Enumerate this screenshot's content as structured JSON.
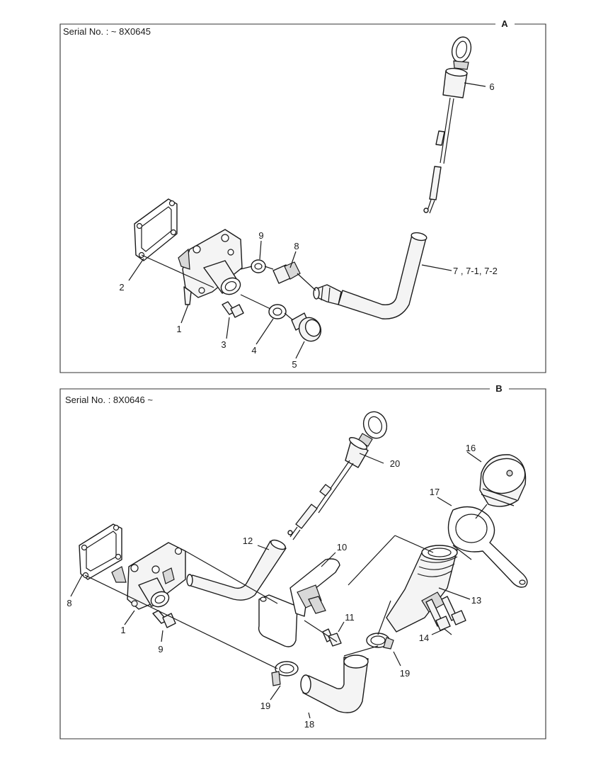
{
  "panel_a": {
    "letter": "A",
    "serial": "Serial No. : ~ 8X0645",
    "callouts": {
      "c1": "1",
      "c2": "2",
      "c3": "3",
      "c4": "4",
      "c5": "5",
      "c6": "6",
      "c7": "7 , 7-1, 7-2",
      "c8": "8",
      "c9": "9"
    }
  },
  "panel_b": {
    "letter": "B",
    "serial": "Serial No. : 8X0646 ~",
    "callouts": {
      "c1": "1",
      "c8": "8",
      "c9": "9",
      "c10": "10",
      "c11": "11",
      "c12": "12",
      "c13": "13",
      "c14": "14",
      "c16": "16",
      "c17": "17",
      "c18": "18",
      "c19a": "19",
      "c19b": "19",
      "c20": "20"
    }
  }
}
